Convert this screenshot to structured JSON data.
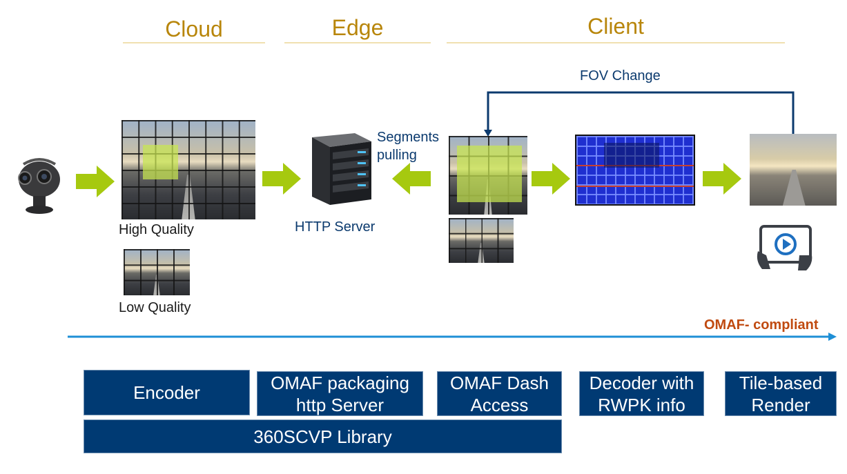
{
  "sections": {
    "cloud": "Cloud",
    "edge": "Edge",
    "client": "Client"
  },
  "labels": {
    "fov_change": "FOV Change",
    "segments_pulling": "Segments pulling",
    "http_server": "HTTP Server",
    "high_quality": "High Quality",
    "low_quality": "Low Quality",
    "omaf": "OMAF- compliant"
  },
  "modules": {
    "encoder": "Encoder",
    "omaf_packaging": "OMAF packaging http Server",
    "omaf_dash": "OMAF Dash Access",
    "decoder": "Decoder with RWPK info",
    "render": "Tile-based Render",
    "library": "360SCVP Library"
  },
  "colors": {
    "section_title": "#b8860b",
    "module_box": "#003a73",
    "arrow_green": "#a6c90f",
    "omaf_text": "#c04a10",
    "timeline": "#1e8fd6"
  },
  "icons": [
    "camera-icon",
    "server-icon",
    "tablet-play-icon"
  ]
}
